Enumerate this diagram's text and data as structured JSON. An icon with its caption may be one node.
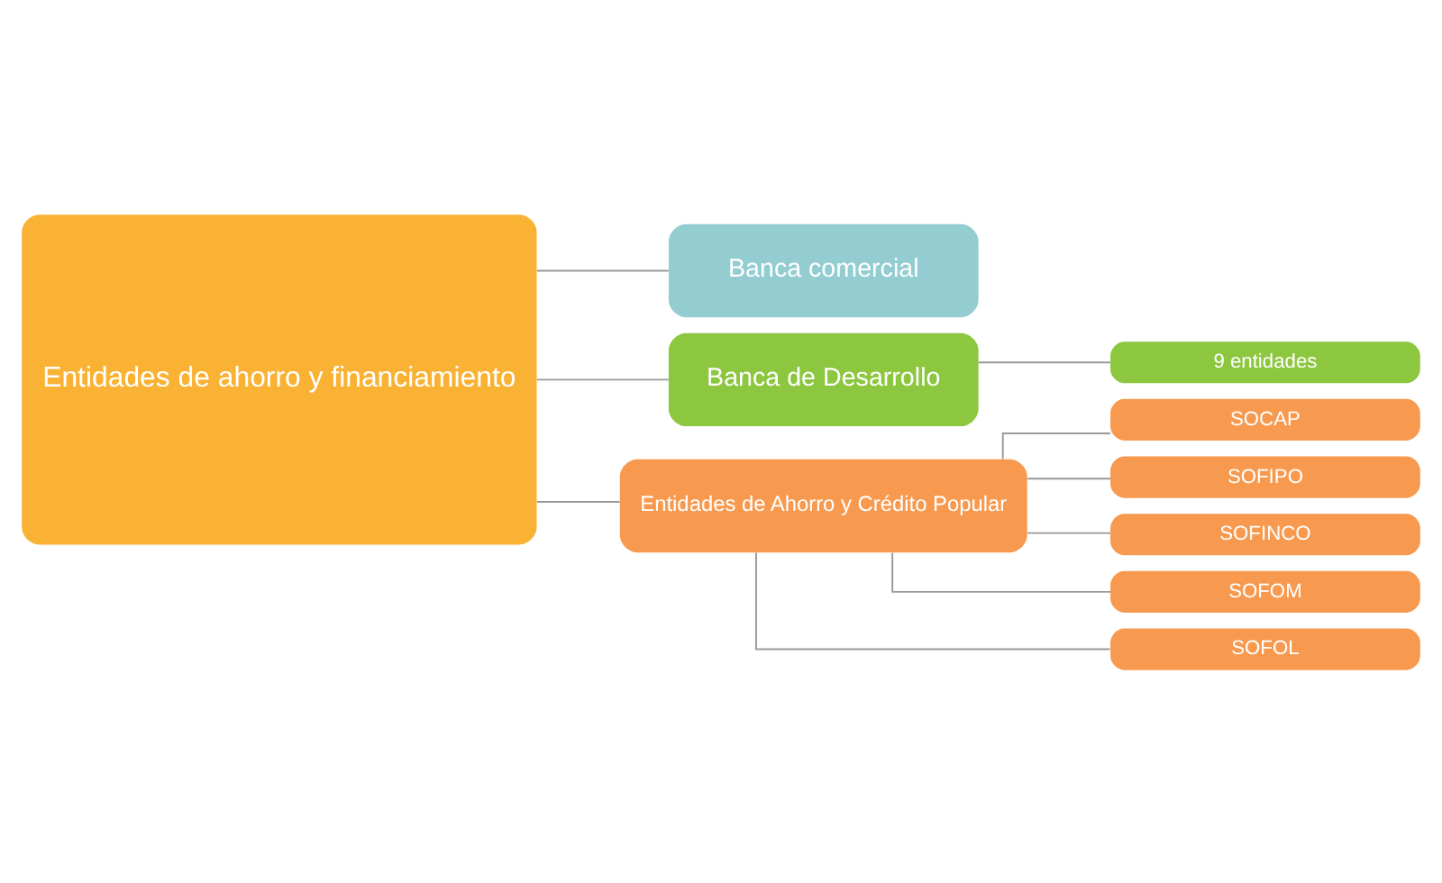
{
  "diagram": {
    "nodes": [
      {
        "text": [
          "Entidades de ahorro y financiamiento"
        ]
      },
      {
        "text": [
          "Banca comercial"
        ]
      },
      {
        "text": [
          "Banca de Desarrollo"
        ]
      },
      {
        "text": [
          "Entidades de Ahorro y Crédito Popular"
        ]
      },
      {
        "text": [
          "9 entidades"
        ]
      },
      {
        "text": [
          "SOCAP"
        ]
      },
      {
        "text": [
          "SOFIPO"
        ]
      },
      {
        "text": [
          "SOFINCO"
        ]
      },
      {
        "text": [
          "SOFOM"
        ]
      },
      {
        "text": [
          "SOFOL"
        ]
      }
    ],
    "edges": [
      {
        "from": 0,
        "to": 1,
        "arrow": "none"
      },
      {
        "from": 0,
        "to": 2,
        "arrow": "none"
      },
      {
        "from": 0,
        "to": 3,
        "arrow": "none"
      },
      {
        "from": 2,
        "to": 4,
        "arrow": "none"
      },
      {
        "from": 3,
        "to": 5,
        "arrow": "none"
      },
      {
        "from": 3,
        "to": 6,
        "arrow": "none"
      },
      {
        "from": 3,
        "to": 7,
        "arrow": "none"
      },
      {
        "from": 3,
        "to": 8,
        "arrow": "none"
      },
      {
        "from": 3,
        "to": 9,
        "arrow": "none"
      }
    ]
  }
}
